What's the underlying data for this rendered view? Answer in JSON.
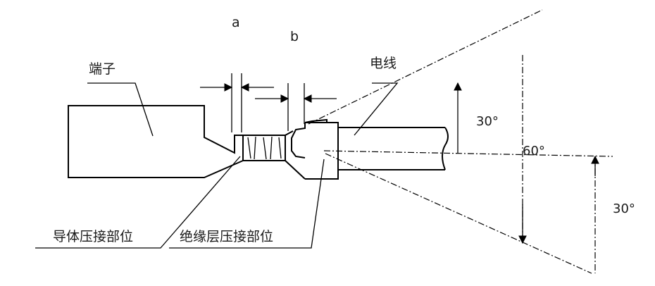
{
  "labels": {
    "a": "a",
    "b": "b",
    "terminal": "端子",
    "wire": "电线",
    "conductor_crimp": "导体压接部位",
    "insulation_crimp": "绝缘层压接部位",
    "angle_upper": "30°",
    "angle_total": "60°",
    "angle_lower": "30°"
  },
  "colors": {
    "line": "#000000",
    "text": "#1a1a1a"
  }
}
